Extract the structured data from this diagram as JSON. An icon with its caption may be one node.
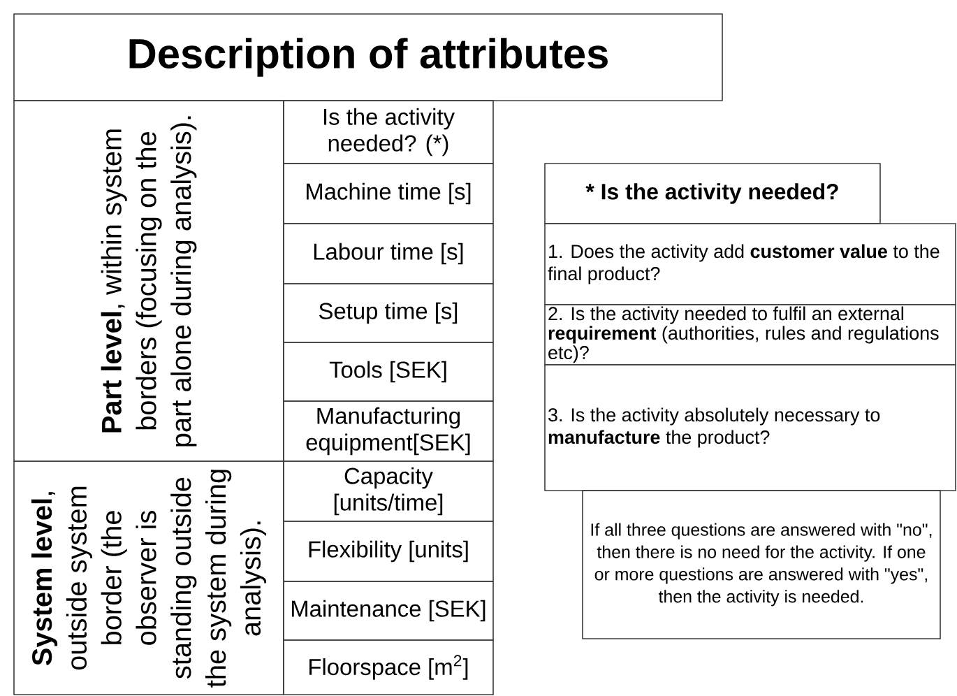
{
  "diagram": {
    "title": "Description of attributes",
    "nodes": [
      {
        "text": [
          "**Part level**, within system borders (focusing on the part alone during analysis)."
        ]
      },
      {
        "text": [
          "Is the activity needed? (*)"
        ]
      },
      {
        "text": [
          "Machine time [s]"
        ]
      },
      {
        "text": [
          "Labour time [s]"
        ]
      },
      {
        "text": [
          "Setup time [s]"
        ]
      },
      {
        "text": [
          "Tools [SEK]"
        ]
      },
      {
        "text": [
          "Manufacturing equipment[SEK]"
        ]
      },
      {
        "text": [
          "**System level**, outside system border (the observer is standing outside the system during analysis)."
        ]
      },
      {
        "text": [
          "Capacity [units/time]"
        ]
      },
      {
        "text": [
          "Flexibility [units]"
        ]
      },
      {
        "text": [
          "Maintenance [SEK]"
        ]
      },
      {
        "text": [
          "Floorspace [m$^{2}$]"
        ]
      },
      {
        "text": [
          "* Is the activity needed?"
        ]
      },
      {
        "text": [
          "1. Does the activity add **customer value** to the final product?"
        ]
      },
      {
        "text": [
          "2. Is the activity needed to fulfil an external **requirement** (authorities, rules and regulations etc)?"
        ]
      },
      {
        "text": [
          "3. Is the activity absolutely necessary to **manufacture** the product?"
        ]
      },
      {
        "text": [
          "If all three questions are answered with \"no\", then there is no need for the activity. If one or more questions are answered with \"yes\", then the activity is needed."
        ]
      }
    ]
  }
}
